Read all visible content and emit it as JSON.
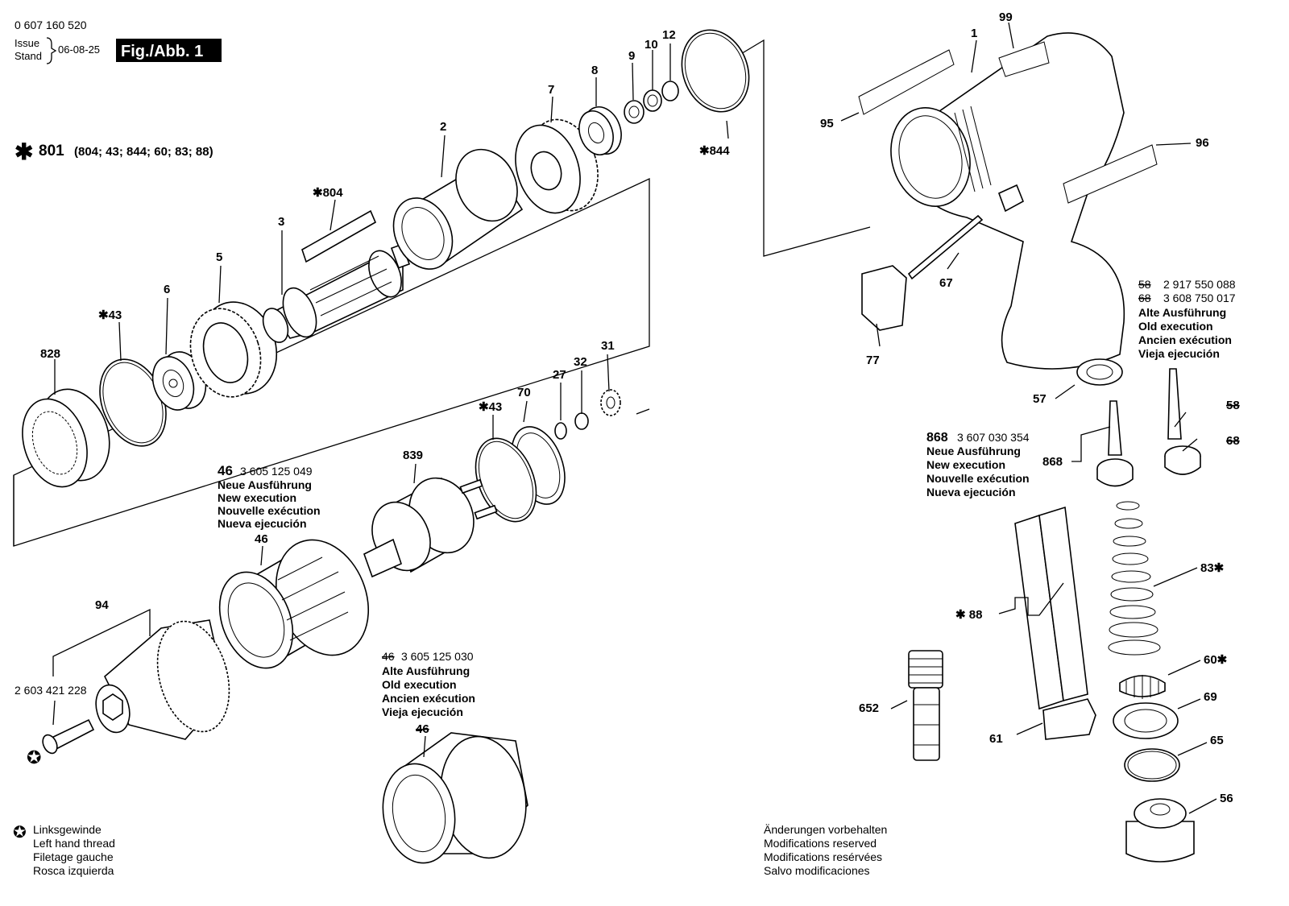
{
  "header": {
    "part_number": "0 607 160 520",
    "issue_label": "Issue",
    "stand_label": "Stand",
    "issue_date": "06-08-25",
    "figure_label": "Fig./Abb. 1"
  },
  "kit": {
    "star": "✱",
    "number": "801",
    "contents": "(804; 43; 844; 60; 83; 88)"
  },
  "callouts": {
    "c0": "99",
    "c1": "1",
    "c2": "95",
    "c3": "96",
    "c4": "67",
    "c5": "77",
    "c6": "12",
    "c7": "10",
    "c8": "9",
    "c9": "8",
    "c10": "7",
    "c11": "2",
    "c12": "✱804",
    "c13": "3",
    "c14": "5",
    "c15": "6",
    "c16": "✱43",
    "c17": "828",
    "c18": "✱844",
    "c19": "31",
    "c20": "32",
    "c21": "27",
    "c22": "70",
    "c23": "✱43",
    "c24": "839",
    "c25": "46",
    "c26": "94",
    "c27": "2 603 421 228",
    "c28": "57",
    "c29": "868",
    "c30": "83✱",
    "c31": "✱ 88",
    "c32": "60✱",
    "c33": "69",
    "c34": "65",
    "c35": "56",
    "c36": "652",
    "c37": "61",
    "c38": "46"
  },
  "note_46_new": {
    "num": "46",
    "code": "3 605 125 049",
    "lines": [
      "Neue Ausführung",
      "New execution",
      "Nouvelle exécution",
      "Nueva ejecución"
    ]
  },
  "note_46_old": {
    "num": "46",
    "code": "3 605 125 030",
    "lines": [
      "Alte Ausführung",
      "Old execution",
      "Ancien exécution",
      "Vieja ejecución"
    ]
  },
  "note_868": {
    "num": "868",
    "code": "3 607 030 354",
    "lines": [
      "Neue Ausführung",
      "New execution",
      "Nouvelle exécution",
      "Nueva ejecución"
    ]
  },
  "note_58_68": {
    "num_a": "58",
    "code_a": "2 917 550 088",
    "num_b": "68",
    "code_b": "3 608 750 017",
    "lines": [
      "Alte Ausführung",
      "Old execution",
      "Ancien exécution",
      "Vieja ejecución"
    ],
    "side_a": "58",
    "side_b": "68"
  },
  "legend_left": {
    "symbol": "✪",
    "lines": [
      "Linksgewinde",
      "Left hand thread",
      "Filetage gauche",
      "Rosca izquierda"
    ]
  },
  "legend_right": {
    "lines": [
      "Änderungen vorbehalten",
      "Modifications reserved",
      "Modifications resérvées",
      "Salvo modificaciones"
    ]
  }
}
